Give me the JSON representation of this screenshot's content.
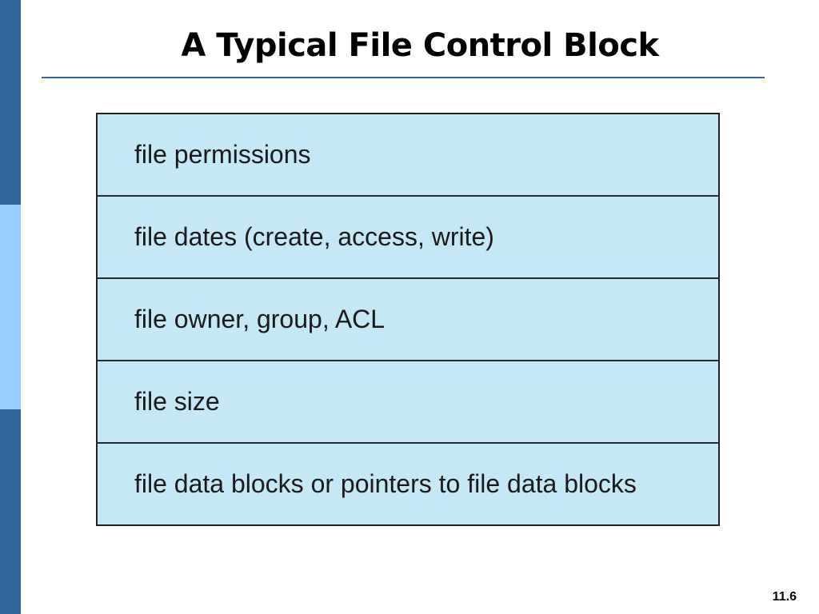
{
  "slide": {
    "title": "A Typical File Control Block",
    "page_number": "11.6"
  },
  "fcb": {
    "rows": [
      "file permissions",
      "file dates (create, access, write)",
      "file owner, group, ACL",
      "file size",
      "file data blocks or pointers to file data blocks"
    ]
  },
  "colors": {
    "side_bar": "#336699",
    "side_bar_accent": "#99ccff",
    "table_fill": "#c5e8f7",
    "rule": "#336699"
  }
}
